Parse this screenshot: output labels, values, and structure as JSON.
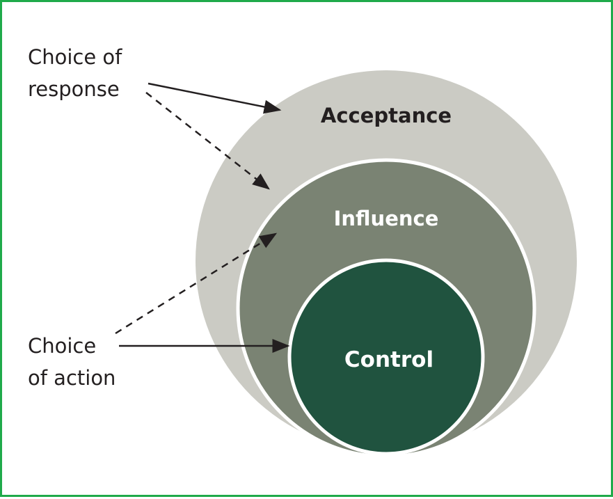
{
  "diagram": {
    "zones": {
      "acceptance": "Acceptance",
      "influence": "Influence",
      "control": "Control"
    },
    "choices": {
      "response": [
        "Choice of",
        "response"
      ],
      "action": [
        "Choice",
        "of action"
      ]
    },
    "colors": {
      "frame": "#1faa4a",
      "acceptance": "#cbcbc4",
      "influence": "#7a8373",
      "control": "#20533f",
      "separator": "#ffffff",
      "arrow": "#231f20"
    }
  }
}
